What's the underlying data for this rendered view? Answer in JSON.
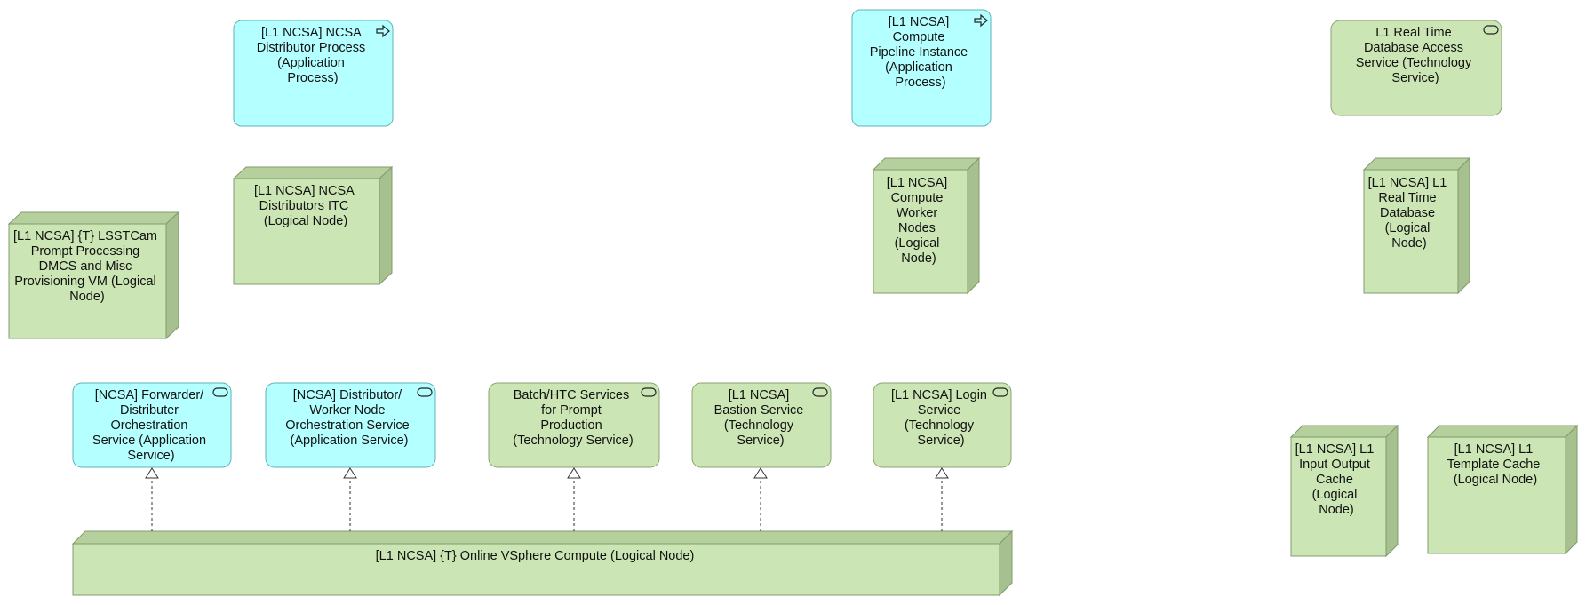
{
  "elements": {
    "distributor_process": [
      "[L1 NCSA] NCSA",
      "Distributor Process",
      "(Application",
      "Process)"
    ],
    "compute_pipeline_instance": [
      "[L1 NCSA]",
      "Compute",
      "Pipeline Instance",
      "(Application",
      "Process)"
    ],
    "rt_db_access_service": [
      "L1 Real Time",
      "Database Access",
      "Service (Technology",
      "Service)"
    ],
    "distributors_itc": [
      "[L1 NCSA] NCSA",
      "Distributors ITC",
      "(Logical Node)"
    ],
    "lsstcam_prompt_vm": [
      "[L1 NCSA] {T} LSSTCam",
      "Prompt Processing",
      "DMCS and Misc",
      "Provisioning VM (Logical",
      "Node)"
    ],
    "compute_worker_nodes": [
      "[L1 NCSA]",
      "Compute",
      "Worker",
      "Nodes",
      "(Logical",
      "Node)"
    ],
    "rt_database": [
      "[L1 NCSA] L1",
      "Real Time",
      "Database",
      "(Logical",
      "Node)"
    ],
    "forwarder_service": [
      "[NCSA] Forwarder/",
      "Distributer",
      "Orchestration",
      "Service (Application",
      "Service)"
    ],
    "worker_node_service": [
      "[NCSA] Distributor/",
      "Worker Node",
      "Orchestration Service",
      "(Application Service)"
    ],
    "batch_htc_service": [
      "Batch/HTC Services",
      "for Prompt",
      "Production",
      "(Technology Service)"
    ],
    "bastion_service": [
      "[L1 NCSA]",
      "Bastion Service",
      "(Technology",
      "Service)"
    ],
    "login_service": [
      "[L1 NCSA] Login",
      "Service",
      "(Technology",
      "Service)"
    ],
    "input_output_cache": [
      "[L1 NCSA] L1",
      "Input Output",
      "Cache",
      "(Logical",
      "Node)"
    ],
    "template_cache": [
      "[L1 NCSA] L1",
      "Template Cache",
      "(Logical Node)"
    ],
    "vsphere_compute": [
      "[L1 NCSA] {T} Online VSphere Compute (Logical Node)"
    ]
  },
  "colors": {
    "application": "#b4ffff",
    "technology": "#cbe6b4"
  },
  "icons": {
    "process": "process-arrow-icon",
    "service": "service-pill-icon"
  }
}
